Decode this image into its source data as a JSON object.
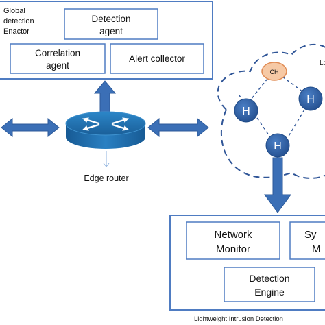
{
  "global_box": {
    "label_lines": [
      "Global",
      "detection",
      "Enactor"
    ],
    "detection_agent": [
      "Detection",
      "agent"
    ],
    "correlation_agent": [
      "Correlation",
      "agent"
    ],
    "alert_collector": "Alert collector"
  },
  "edge_router": {
    "label": "Edge router"
  },
  "cluster": {
    "ch_label": "CH",
    "h_label": "H",
    "corner_label": "Lo"
  },
  "ids_box": {
    "network_monitor": [
      "Network",
      "Monitor"
    ],
    "system_monitor_partial": [
      "Sy",
      "M"
    ],
    "detection_engine": [
      "Detection",
      "Engine"
    ],
    "caption": "Lightweight Intrusion Detection"
  },
  "colors": {
    "frame": "#4f7cc2",
    "arrow": "#3b6fb6",
    "node": "#2f62a8",
    "ch_fill": "#f6c9a5",
    "ch_stroke": "#e08b54",
    "dashed": "#2f5597"
  }
}
